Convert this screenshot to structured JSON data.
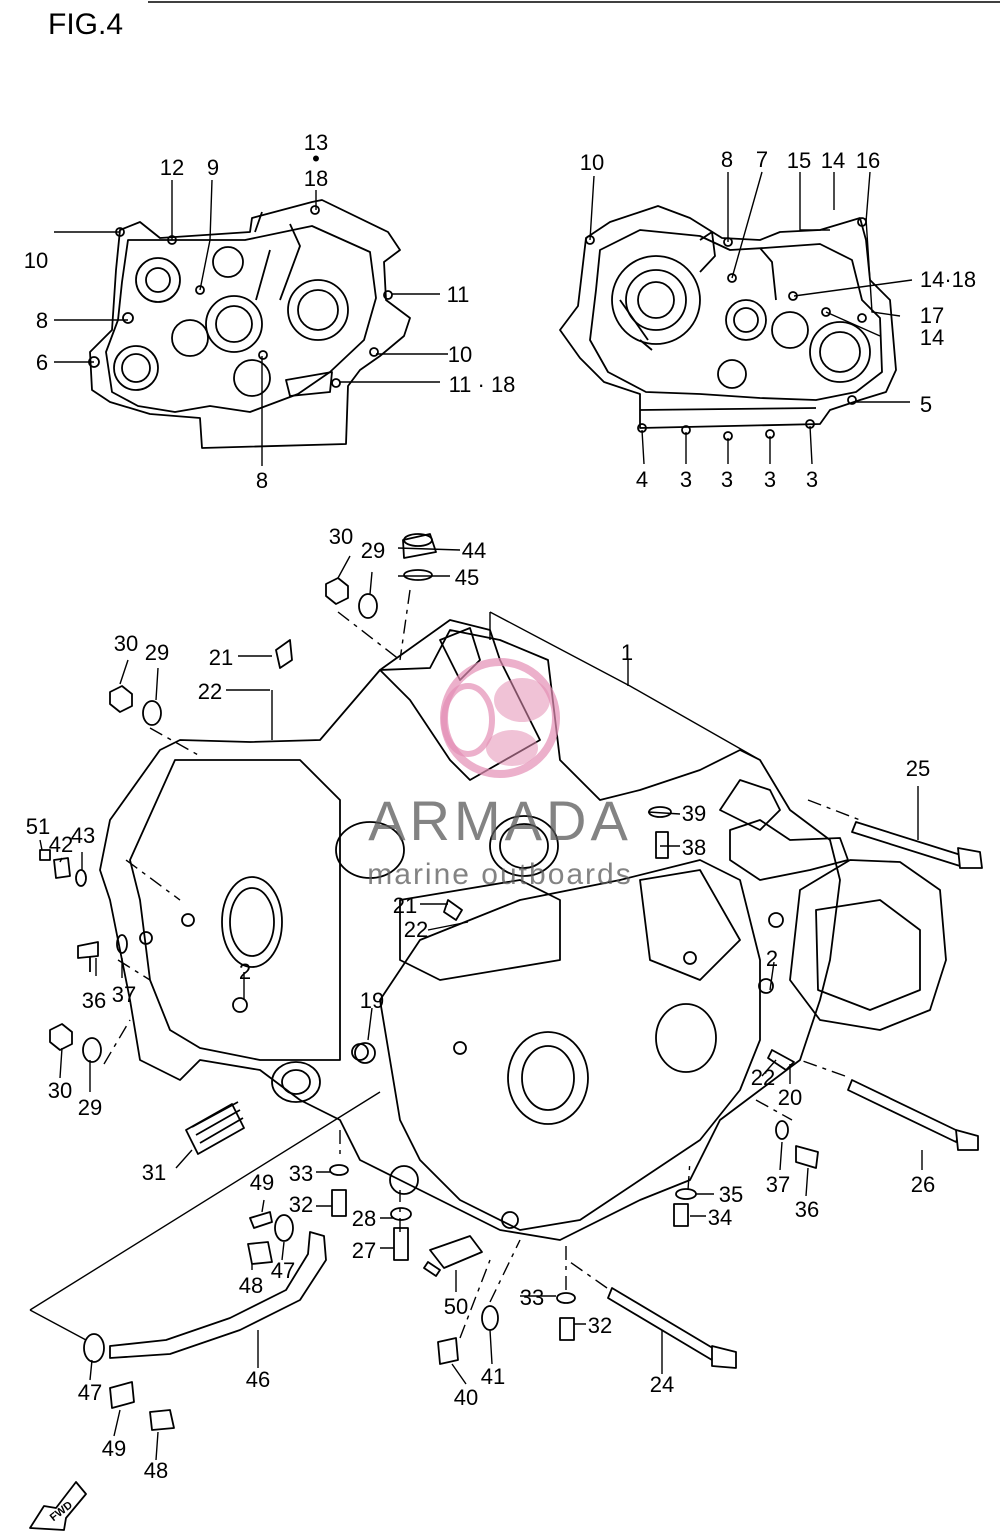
{
  "figure": {
    "title": "FIG.4"
  },
  "watermark": {
    "brand": "ARMADA",
    "tagline": "marine outboards",
    "accent": "#e48fb5"
  },
  "fwd_arrow": {
    "label": "FWD"
  },
  "callouts": [
    {
      "id": "c13",
      "text": "13"
    },
    {
      "id": "c13dot",
      "text": "•"
    },
    {
      "id": "c18a",
      "text": "18"
    },
    {
      "id": "c12",
      "text": "12"
    },
    {
      "id": "c9",
      "text": "9"
    },
    {
      "id": "c10a",
      "text": "10"
    },
    {
      "id": "c8a",
      "text": "8"
    },
    {
      "id": "c6",
      "text": "6"
    },
    {
      "id": "c11a",
      "text": "11"
    },
    {
      "id": "c10b",
      "text": "10"
    },
    {
      "id": "c11_18",
      "text": "11 · 18"
    },
    {
      "id": "c8b",
      "text": "8"
    },
    {
      "id": "c10c",
      "text": "10"
    },
    {
      "id": "c8c",
      "text": "8"
    },
    {
      "id": "c7",
      "text": "7"
    },
    {
      "id": "c15",
      "text": "15"
    },
    {
      "id": "c14a",
      "text": "14"
    },
    {
      "id": "c16",
      "text": "16"
    },
    {
      "id": "c14_18",
      "text": "14·18"
    },
    {
      "id": "c17",
      "text": "17"
    },
    {
      "id": "c14b",
      "text": "14"
    },
    {
      "id": "c5",
      "text": "5"
    },
    {
      "id": "c4",
      "text": "4"
    },
    {
      "id": "c3a",
      "text": "3"
    },
    {
      "id": "c3b",
      "text": "3"
    },
    {
      "id": "c3c",
      "text": "3"
    },
    {
      "id": "c3d",
      "text": "3"
    },
    {
      "id": "c30a",
      "text": "30"
    },
    {
      "id": "c29a",
      "text": "29"
    },
    {
      "id": "c44",
      "text": "44"
    },
    {
      "id": "c45",
      "text": "45"
    },
    {
      "id": "c1",
      "text": "1"
    },
    {
      "id": "c30b",
      "text": "30"
    },
    {
      "id": "c29b",
      "text": "29"
    },
    {
      "id": "c21a",
      "text": "21"
    },
    {
      "id": "c22a",
      "text": "22"
    },
    {
      "id": "c25",
      "text": "25"
    },
    {
      "id": "c51",
      "text": "51"
    },
    {
      "id": "c42",
      "text": "42"
    },
    {
      "id": "c43",
      "text": "43"
    },
    {
      "id": "c39",
      "text": "39"
    },
    {
      "id": "c38",
      "text": "38"
    },
    {
      "id": "c21b",
      "text": "21"
    },
    {
      "id": "c22b",
      "text": "22"
    },
    {
      "id": "c36a",
      "text": "36"
    },
    {
      "id": "c37a",
      "text": "37"
    },
    {
      "id": "c2a",
      "text": "2"
    },
    {
      "id": "c2b",
      "text": "2"
    },
    {
      "id": "c19",
      "text": "19"
    },
    {
      "id": "c30c",
      "text": "30"
    },
    {
      "id": "c29c",
      "text": "29"
    },
    {
      "id": "c22c",
      "text": "22"
    },
    {
      "id": "c20",
      "text": "20"
    },
    {
      "id": "c31",
      "text": "31"
    },
    {
      "id": "c33a",
      "text": "33"
    },
    {
      "id": "c49a",
      "text": "49"
    },
    {
      "id": "c32a",
      "text": "32"
    },
    {
      "id": "c28",
      "text": "28"
    },
    {
      "id": "c27",
      "text": "27"
    },
    {
      "id": "c48a",
      "text": "48"
    },
    {
      "id": "c47a",
      "text": "47"
    },
    {
      "id": "c37b",
      "text": "37"
    },
    {
      "id": "c36b",
      "text": "36"
    },
    {
      "id": "c26",
      "text": "26"
    },
    {
      "id": "c35",
      "text": "35"
    },
    {
      "id": "c34",
      "text": "34"
    },
    {
      "id": "c50",
      "text": "50"
    },
    {
      "id": "c33b",
      "text": "33"
    },
    {
      "id": "c32b",
      "text": "32"
    },
    {
      "id": "c46",
      "text": "46"
    },
    {
      "id": "c47b",
      "text": "47"
    },
    {
      "id": "c41",
      "text": "41"
    },
    {
      "id": "c40",
      "text": "40"
    },
    {
      "id": "c24",
      "text": "24"
    },
    {
      "id": "c49b",
      "text": "49"
    },
    {
      "id": "c48b",
      "text": "48"
    }
  ]
}
